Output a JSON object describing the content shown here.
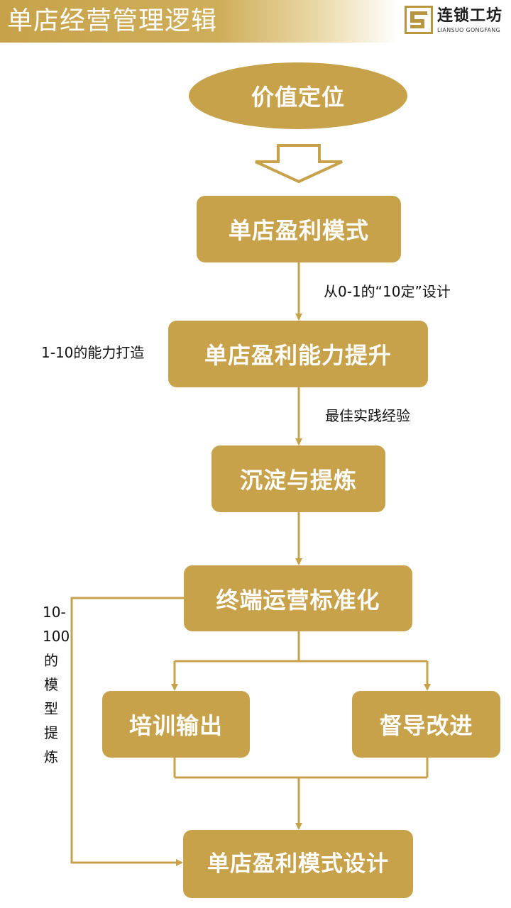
{
  "header": {
    "title": "单店经营管理逻辑"
  },
  "logo": {
    "name_cn": "连锁工坊",
    "name_en": "LIANSUO GONGFANG"
  },
  "diagram": {
    "nodes": {
      "value_positioning": "价值定位",
      "profit_model": "单店盈利模式",
      "profit_capability": "单店盈利能力提升",
      "consolidation": "沉淀与提炼",
      "standardization": "终端运营标准化",
      "training": "培训输出",
      "supervision": "督导改进",
      "model_design": "单店盈利模式设计"
    },
    "labels": {
      "zero_to_one": "从0-1的“10定”设计",
      "one_to_ten": "1-10的能力打造",
      "best_practice": "最佳实践经验",
      "ten_to_hundred": "10-100的模型提炼"
    }
  },
  "colors": {
    "accent": "#c7a24a",
    "text": "#111111"
  }
}
